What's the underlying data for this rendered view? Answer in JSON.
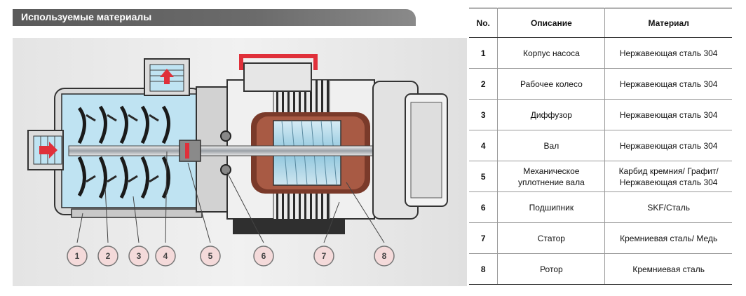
{
  "header": {
    "title": "Используемые материалы"
  },
  "callouts": [
    "1",
    "2",
    "3",
    "4",
    "5",
    "6",
    "7",
    "8"
  ],
  "table": {
    "columns": [
      "No.",
      "Описание",
      "Материал"
    ],
    "rows": [
      {
        "no": "1",
        "description": "Корпус насоса",
        "material": "Нержавеющая сталь 304"
      },
      {
        "no": "2",
        "description": "Рабочее колесо",
        "material": "Нержавеющая сталь 304"
      },
      {
        "no": "3",
        "description": "Диффузор",
        "material": "Нержавеющая сталь 304"
      },
      {
        "no": "4",
        "description": "Вал",
        "material": "Нержавеющая сталь 304"
      },
      {
        "no": "5",
        "description": "Механическое уплотнение вала",
        "material": "Карбид кремния/ Графит/ Нержавеющая сталь 304"
      },
      {
        "no": "6",
        "description": "Подшипник",
        "material": "SKF/Сталь"
      },
      {
        "no": "7",
        "description": "Статор",
        "material": "Кремниевая сталь/ Медь"
      },
      {
        "no": "8",
        "description": "Ротор",
        "material": "Кремниевая сталь"
      }
    ]
  },
  "colors": {
    "water": "#bfe3f2",
    "accent_red": "#e0303a",
    "rotor_blue": "#8fc6dd",
    "winding": "#7a3a2a"
  }
}
